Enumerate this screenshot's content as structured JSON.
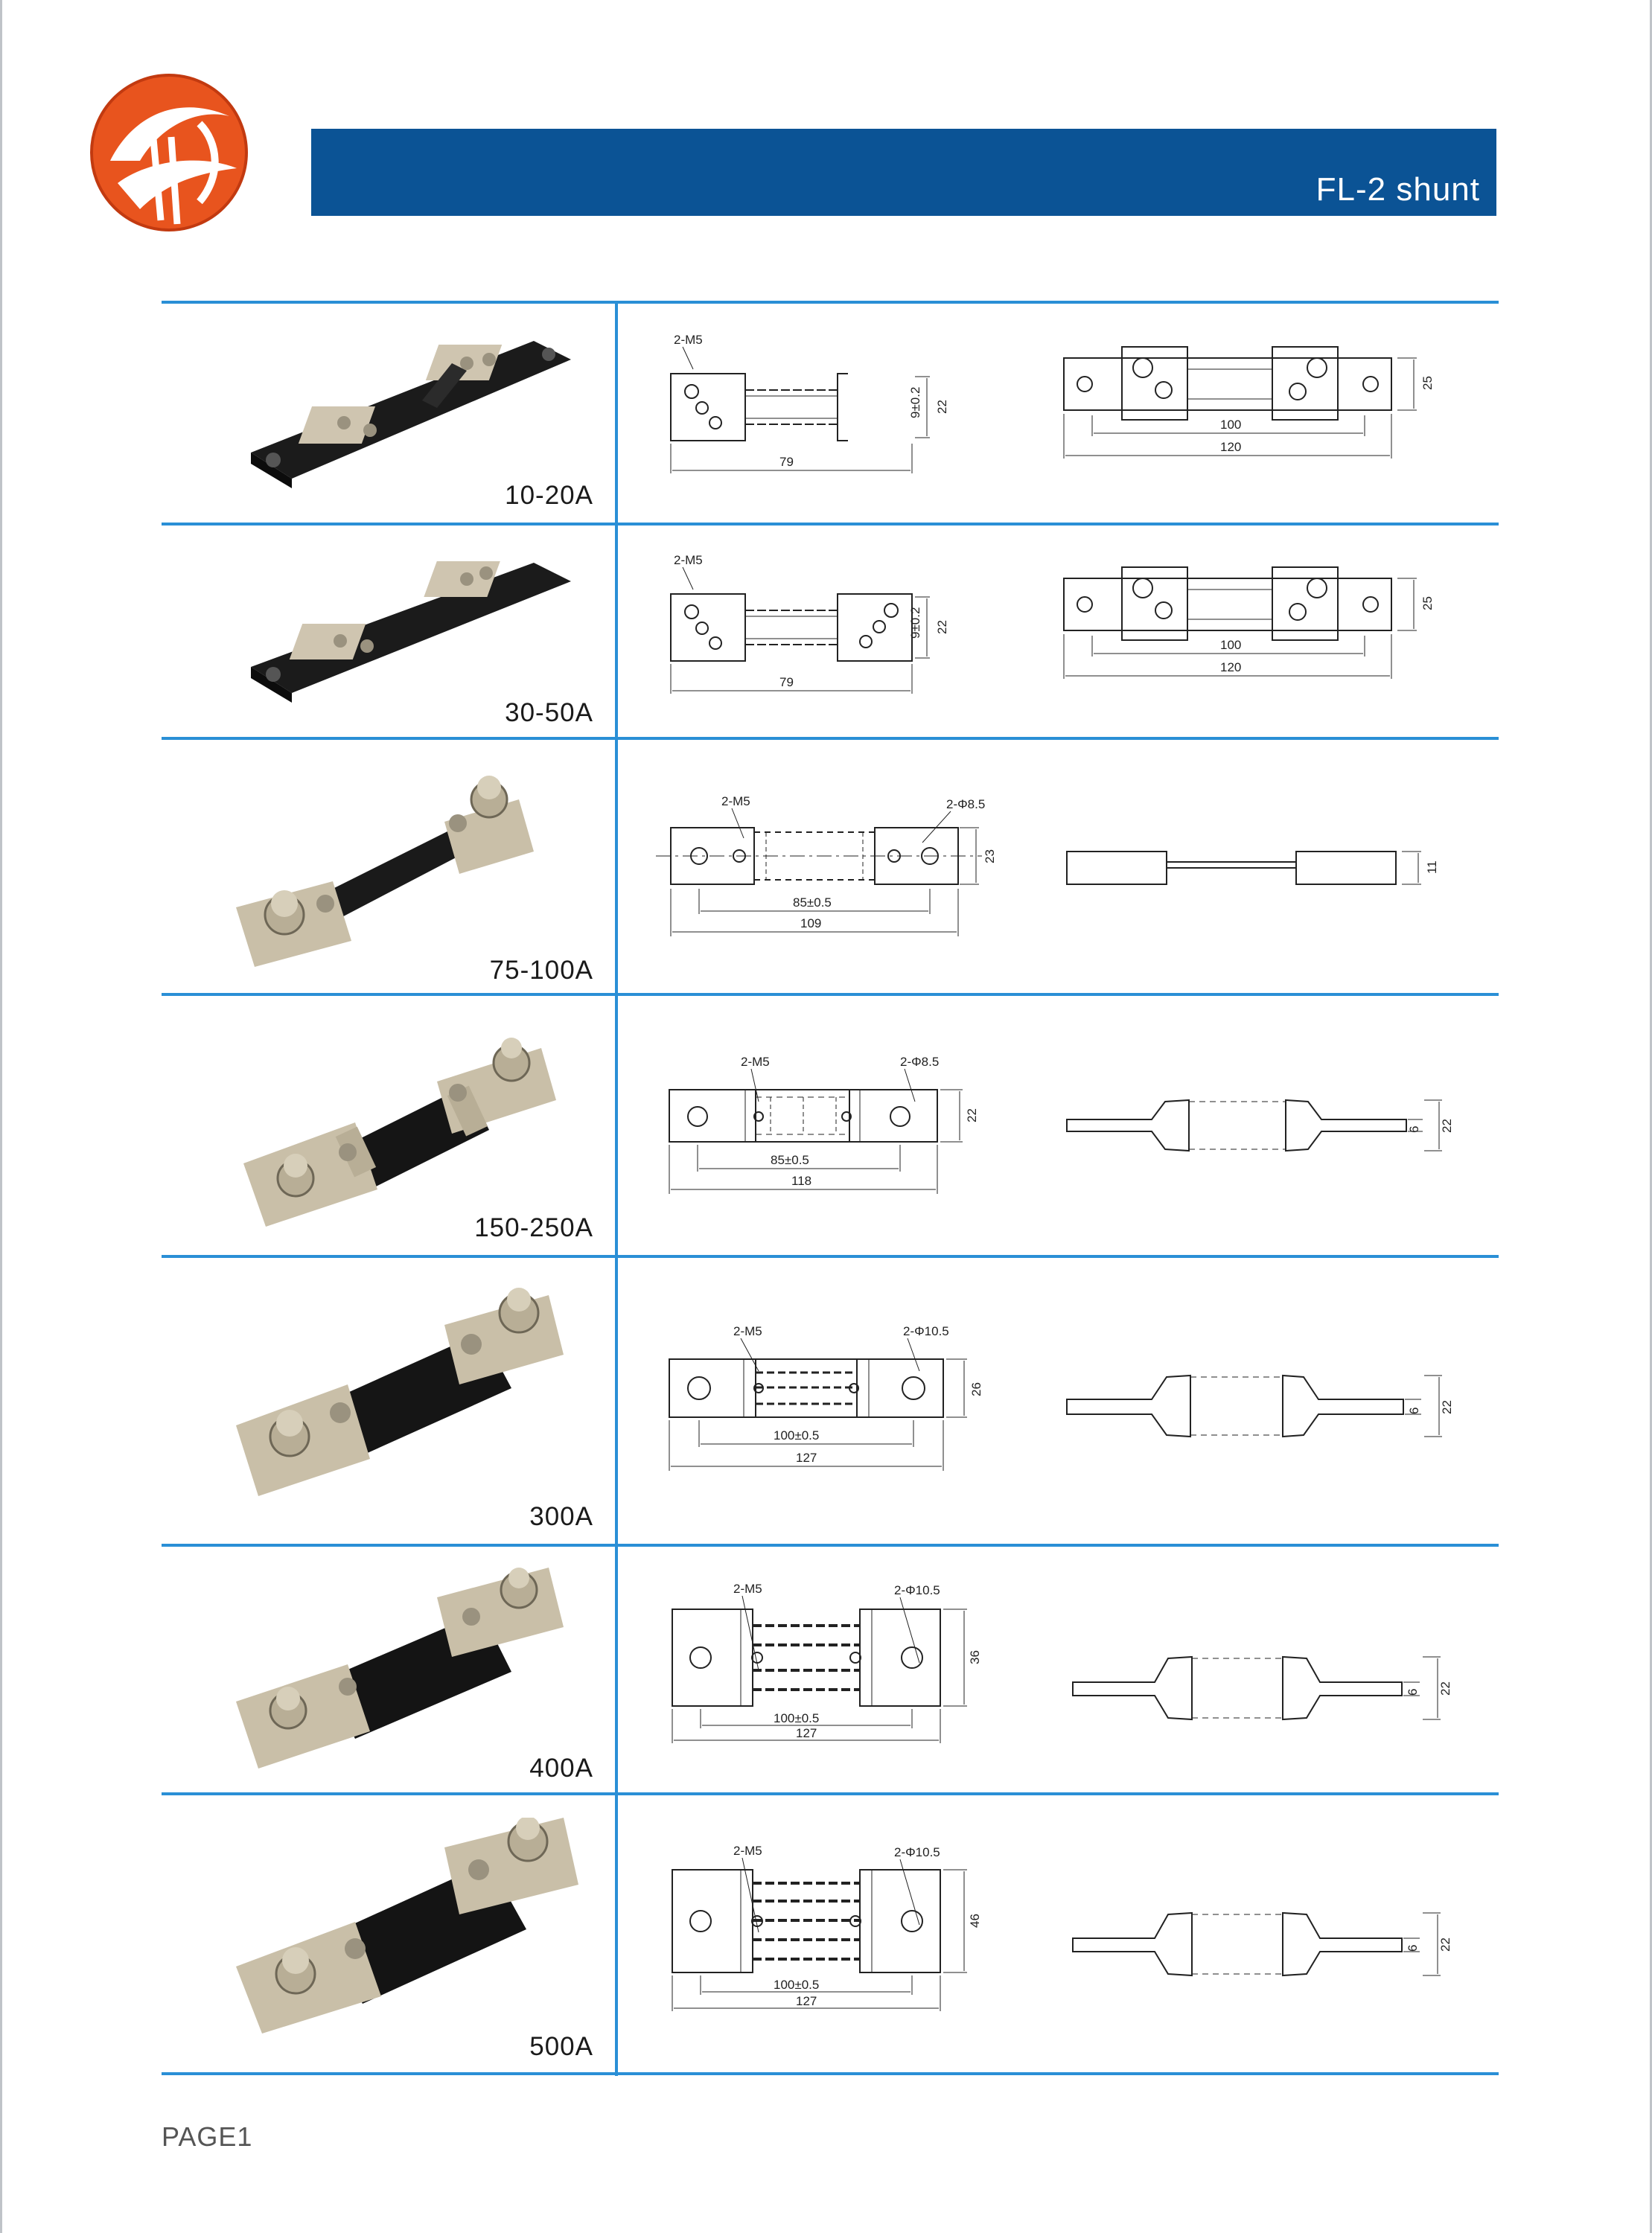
{
  "header": {
    "title": "FL-2 shunt"
  },
  "footer": {
    "page_label": "PAGE1"
  },
  "icons": {
    "logo": "brand-logo-orange-swirl"
  },
  "colors": {
    "header_bar": "#0b5395",
    "rule": "#2a8fd6",
    "logo": "#e8541e"
  },
  "rows": [
    {
      "range": "10-20A",
      "front": {
        "hole_label": "2-M5",
        "width": "79",
        "height": "22",
        "inner": "9±0.2"
      },
      "side": {
        "inner": "100",
        "outer": "120",
        "height": "25"
      }
    },
    {
      "range": "30-50A",
      "front": {
        "hole_label": "2-M5",
        "width": "79",
        "height": "22",
        "inner": "9±0.2"
      },
      "side": {
        "inner": "100",
        "outer": "120",
        "height": "25"
      }
    },
    {
      "range": "75-100A",
      "front": {
        "hole_label": "2-M5",
        "hole2_label": "2-Φ8.5",
        "inner": "85±0.5",
        "outer": "109",
        "height": "23"
      },
      "side": {
        "height": "11"
      }
    },
    {
      "range": "150-250A",
      "front": {
        "hole_label": "2-M5",
        "hole2_label": "2-Φ8.5",
        "inner": "85±0.5",
        "outer": "118",
        "height": "22"
      },
      "side": {
        "thin": "6",
        "height": "22"
      }
    },
    {
      "range": "300A",
      "front": {
        "hole_label": "2-M5",
        "hole2_label": "2-Φ10.5",
        "inner": "100±0.5",
        "outer": "127",
        "height": "26"
      },
      "side": {
        "thin": "6",
        "height": "22"
      }
    },
    {
      "range": "400A",
      "front": {
        "hole_label": "2-M5",
        "hole2_label": "2-Φ10.5",
        "inner": "100±0.5",
        "outer": "127",
        "height": "36"
      },
      "side": {
        "thin": "6",
        "height": "22"
      }
    },
    {
      "range": "500A",
      "front": {
        "hole_label": "2-M5",
        "hole2_label": "2-Φ10.5",
        "inner": "100±0.5",
        "outer": "127",
        "height": "46"
      },
      "side": {
        "thin": "6",
        "height": "22"
      }
    }
  ]
}
